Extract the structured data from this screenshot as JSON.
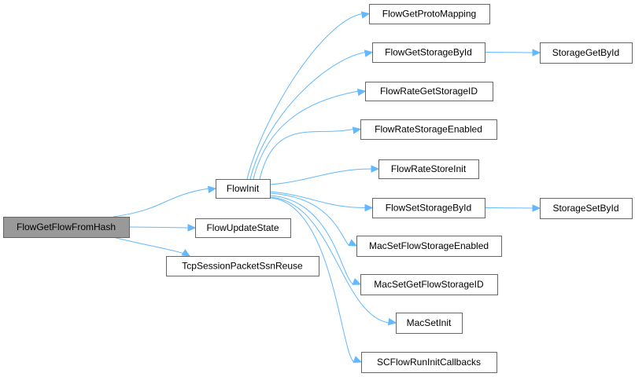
{
  "diagram": {
    "type": "call-graph",
    "edge_color": "#63b8ff",
    "root_fill": "#999999",
    "node_stroke": "#666666",
    "nodes": [
      {
        "id": "FlowGetFlowFromHash",
        "label": "FlowGetFlowFromHash",
        "root": true
      },
      {
        "id": "FlowInit",
        "label": "FlowInit"
      },
      {
        "id": "FlowUpdateState",
        "label": "FlowUpdateState"
      },
      {
        "id": "TcpSessionPacketSsnReuse",
        "label": "TcpSessionPacketSsnReuse"
      },
      {
        "id": "FlowGetProtoMapping",
        "label": "FlowGetProtoMapping"
      },
      {
        "id": "FlowGetStorageById",
        "label": "FlowGetStorageById"
      },
      {
        "id": "FlowRateGetStorageID",
        "label": "FlowRateGetStorageID"
      },
      {
        "id": "FlowRateStorageEnabled",
        "label": "FlowRateStorageEnabled"
      },
      {
        "id": "FlowRateStoreInit",
        "label": "FlowRateStoreInit"
      },
      {
        "id": "FlowSetStorageById",
        "label": "FlowSetStorageById"
      },
      {
        "id": "MacSetFlowStorageEnabled",
        "label": "MacSetFlowStorageEnabled"
      },
      {
        "id": "MacSetGetFlowStorageID",
        "label": "MacSetGetFlowStorageID"
      },
      {
        "id": "MacSetInit",
        "label": "MacSetInit"
      },
      {
        "id": "SCFlowRunInitCallbacks",
        "label": "SCFlowRunInitCallbacks"
      },
      {
        "id": "StorageGetById",
        "label": "StorageGetById"
      },
      {
        "id": "StorageSetById",
        "label": "StorageSetById"
      }
    ],
    "edges": [
      [
        "FlowGetFlowFromHash",
        "FlowInit"
      ],
      [
        "FlowGetFlowFromHash",
        "FlowUpdateState"
      ],
      [
        "FlowGetFlowFromHash",
        "TcpSessionPacketSsnReuse"
      ],
      [
        "FlowInit",
        "FlowGetProtoMapping"
      ],
      [
        "FlowInit",
        "FlowGetStorageById"
      ],
      [
        "FlowInit",
        "FlowRateGetStorageID"
      ],
      [
        "FlowInit",
        "FlowRateStorageEnabled"
      ],
      [
        "FlowInit",
        "FlowRateStoreInit"
      ],
      [
        "FlowInit",
        "FlowSetStorageById"
      ],
      [
        "FlowInit",
        "MacSetFlowStorageEnabled"
      ],
      [
        "FlowInit",
        "MacSetGetFlowStorageID"
      ],
      [
        "FlowInit",
        "MacSetInit"
      ],
      [
        "FlowInit",
        "SCFlowRunInitCallbacks"
      ],
      [
        "FlowGetStorageById",
        "StorageGetById"
      ],
      [
        "FlowSetStorageById",
        "StorageSetById"
      ]
    ]
  }
}
